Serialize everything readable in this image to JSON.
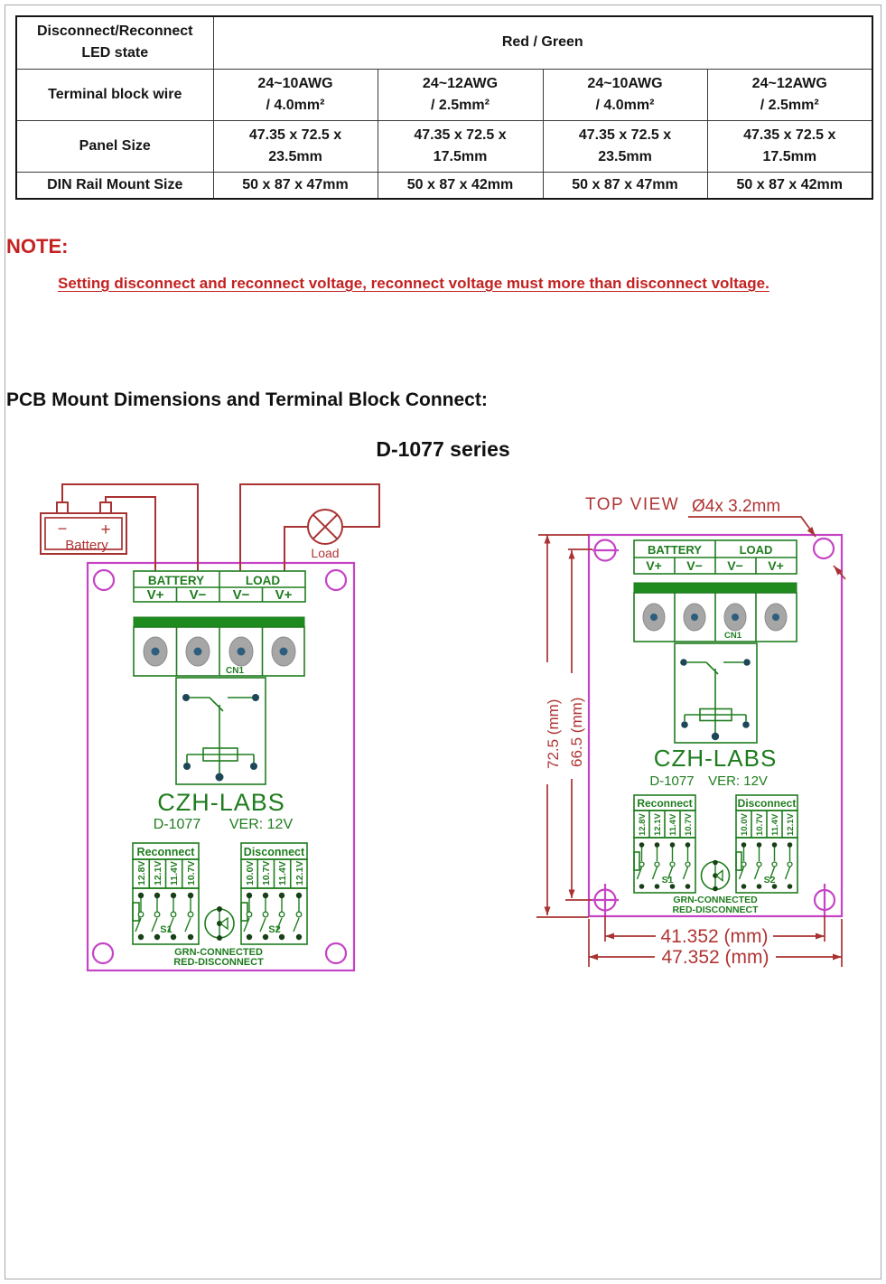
{
  "colors": {
    "note_red": "#c32222",
    "wire_red": "#a93232",
    "board_magenta": "#c544c5",
    "silkscreen_green": "#1f7d1f"
  },
  "spec_table": {
    "rows": [
      {
        "header": "Disconnect/Reconnect\nLED state",
        "cells": [
          "Red / Green"
        ]
      },
      {
        "header": "Terminal block wire",
        "cells": [
          "24~10AWG\n/   4.0mm²",
          "24~12AWG\n/   2.5mm²",
          "24~10AWG\n/   4.0mm²",
          "24~12AWG\n/   2.5mm²"
        ]
      },
      {
        "header": "Panel Size",
        "cells": [
          "47.35 x 72.5 x\n23.5mm",
          "47.35 x 72.5 x\n17.5mm",
          "47.35 x 72.5 x\n23.5mm",
          "47.35 x 72.5 x\n17.5mm"
        ]
      },
      {
        "header": "DIN Rail Mount Size",
        "cells": [
          "50 x 87 x 47mm",
          "50 x 87 x 42mm",
          "50 x 87 x 47mm",
          "50 x 87 x 42mm"
        ]
      }
    ]
  },
  "note": {
    "label": "NOTE:",
    "text": "Setting disconnect and reconnect voltage, reconnect voltage must more than disconnect voltage."
  },
  "headings": {
    "section": "PCB Mount Dimensions and Terminal Block Connect:",
    "series": "D-1077 series"
  },
  "schematic": {
    "battery_label": "Battery",
    "battery_minus": "−",
    "battery_plus": "+",
    "load_label": "Load"
  },
  "board": {
    "group_battery": "BATTERY",
    "group_load": "LOAD",
    "pins": [
      "V+",
      "V−",
      "V−",
      "V+"
    ],
    "connector": "CN1",
    "brand": "CZH-LABS",
    "model": "D-1077",
    "version": "VER: 12V",
    "reconnect": {
      "label": "Reconnect",
      "voltages": [
        "12.8V",
        "12.1V",
        "11.4V",
        "10.7V"
      ],
      "switch": "S1"
    },
    "disconnect": {
      "label": "Disconnect",
      "voltages": [
        "10.0V",
        "10.7V",
        "11.4V",
        "12.1V"
      ],
      "switch": "S2"
    },
    "legend": [
      "GRN-CONNECTED",
      "RED-DISCONNECT"
    ]
  },
  "top_view": {
    "label": "TOP VIEW",
    "hole_note": "Ø4x 3.2mm",
    "dim_outer_height": "72.5 (mm)",
    "dim_inner_height": "66.5 (mm)",
    "dim_inner_width": "41.352 (mm)",
    "dim_outer_width": "47.352 (mm)"
  }
}
